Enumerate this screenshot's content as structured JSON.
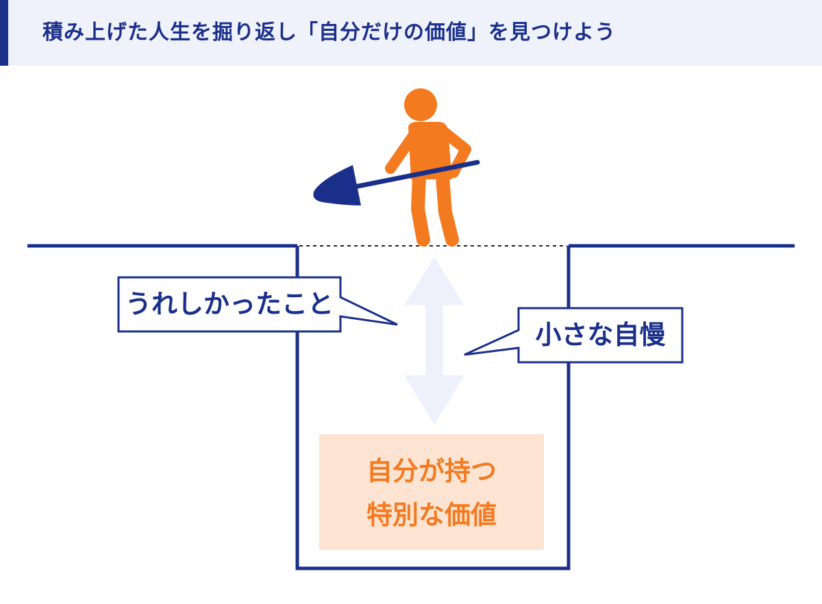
{
  "header": {
    "title": "積み上げた人生を掘り返し「自分だけの価値」を見つけよう"
  },
  "callouts": {
    "left": "うれしかったこと",
    "right": "小さな自慢"
  },
  "core": {
    "line1": "自分が持つ",
    "line2": "特別な価値"
  },
  "colors": {
    "navy": "#1a2f8a",
    "orange": "#f47a20",
    "core_fill": "#fde4d2",
    "header_bg": "#f0f2fb",
    "arrow": "#eef1fc"
  },
  "icons": {
    "figure": "digging-person-icon",
    "tool": "shovel-icon"
  }
}
